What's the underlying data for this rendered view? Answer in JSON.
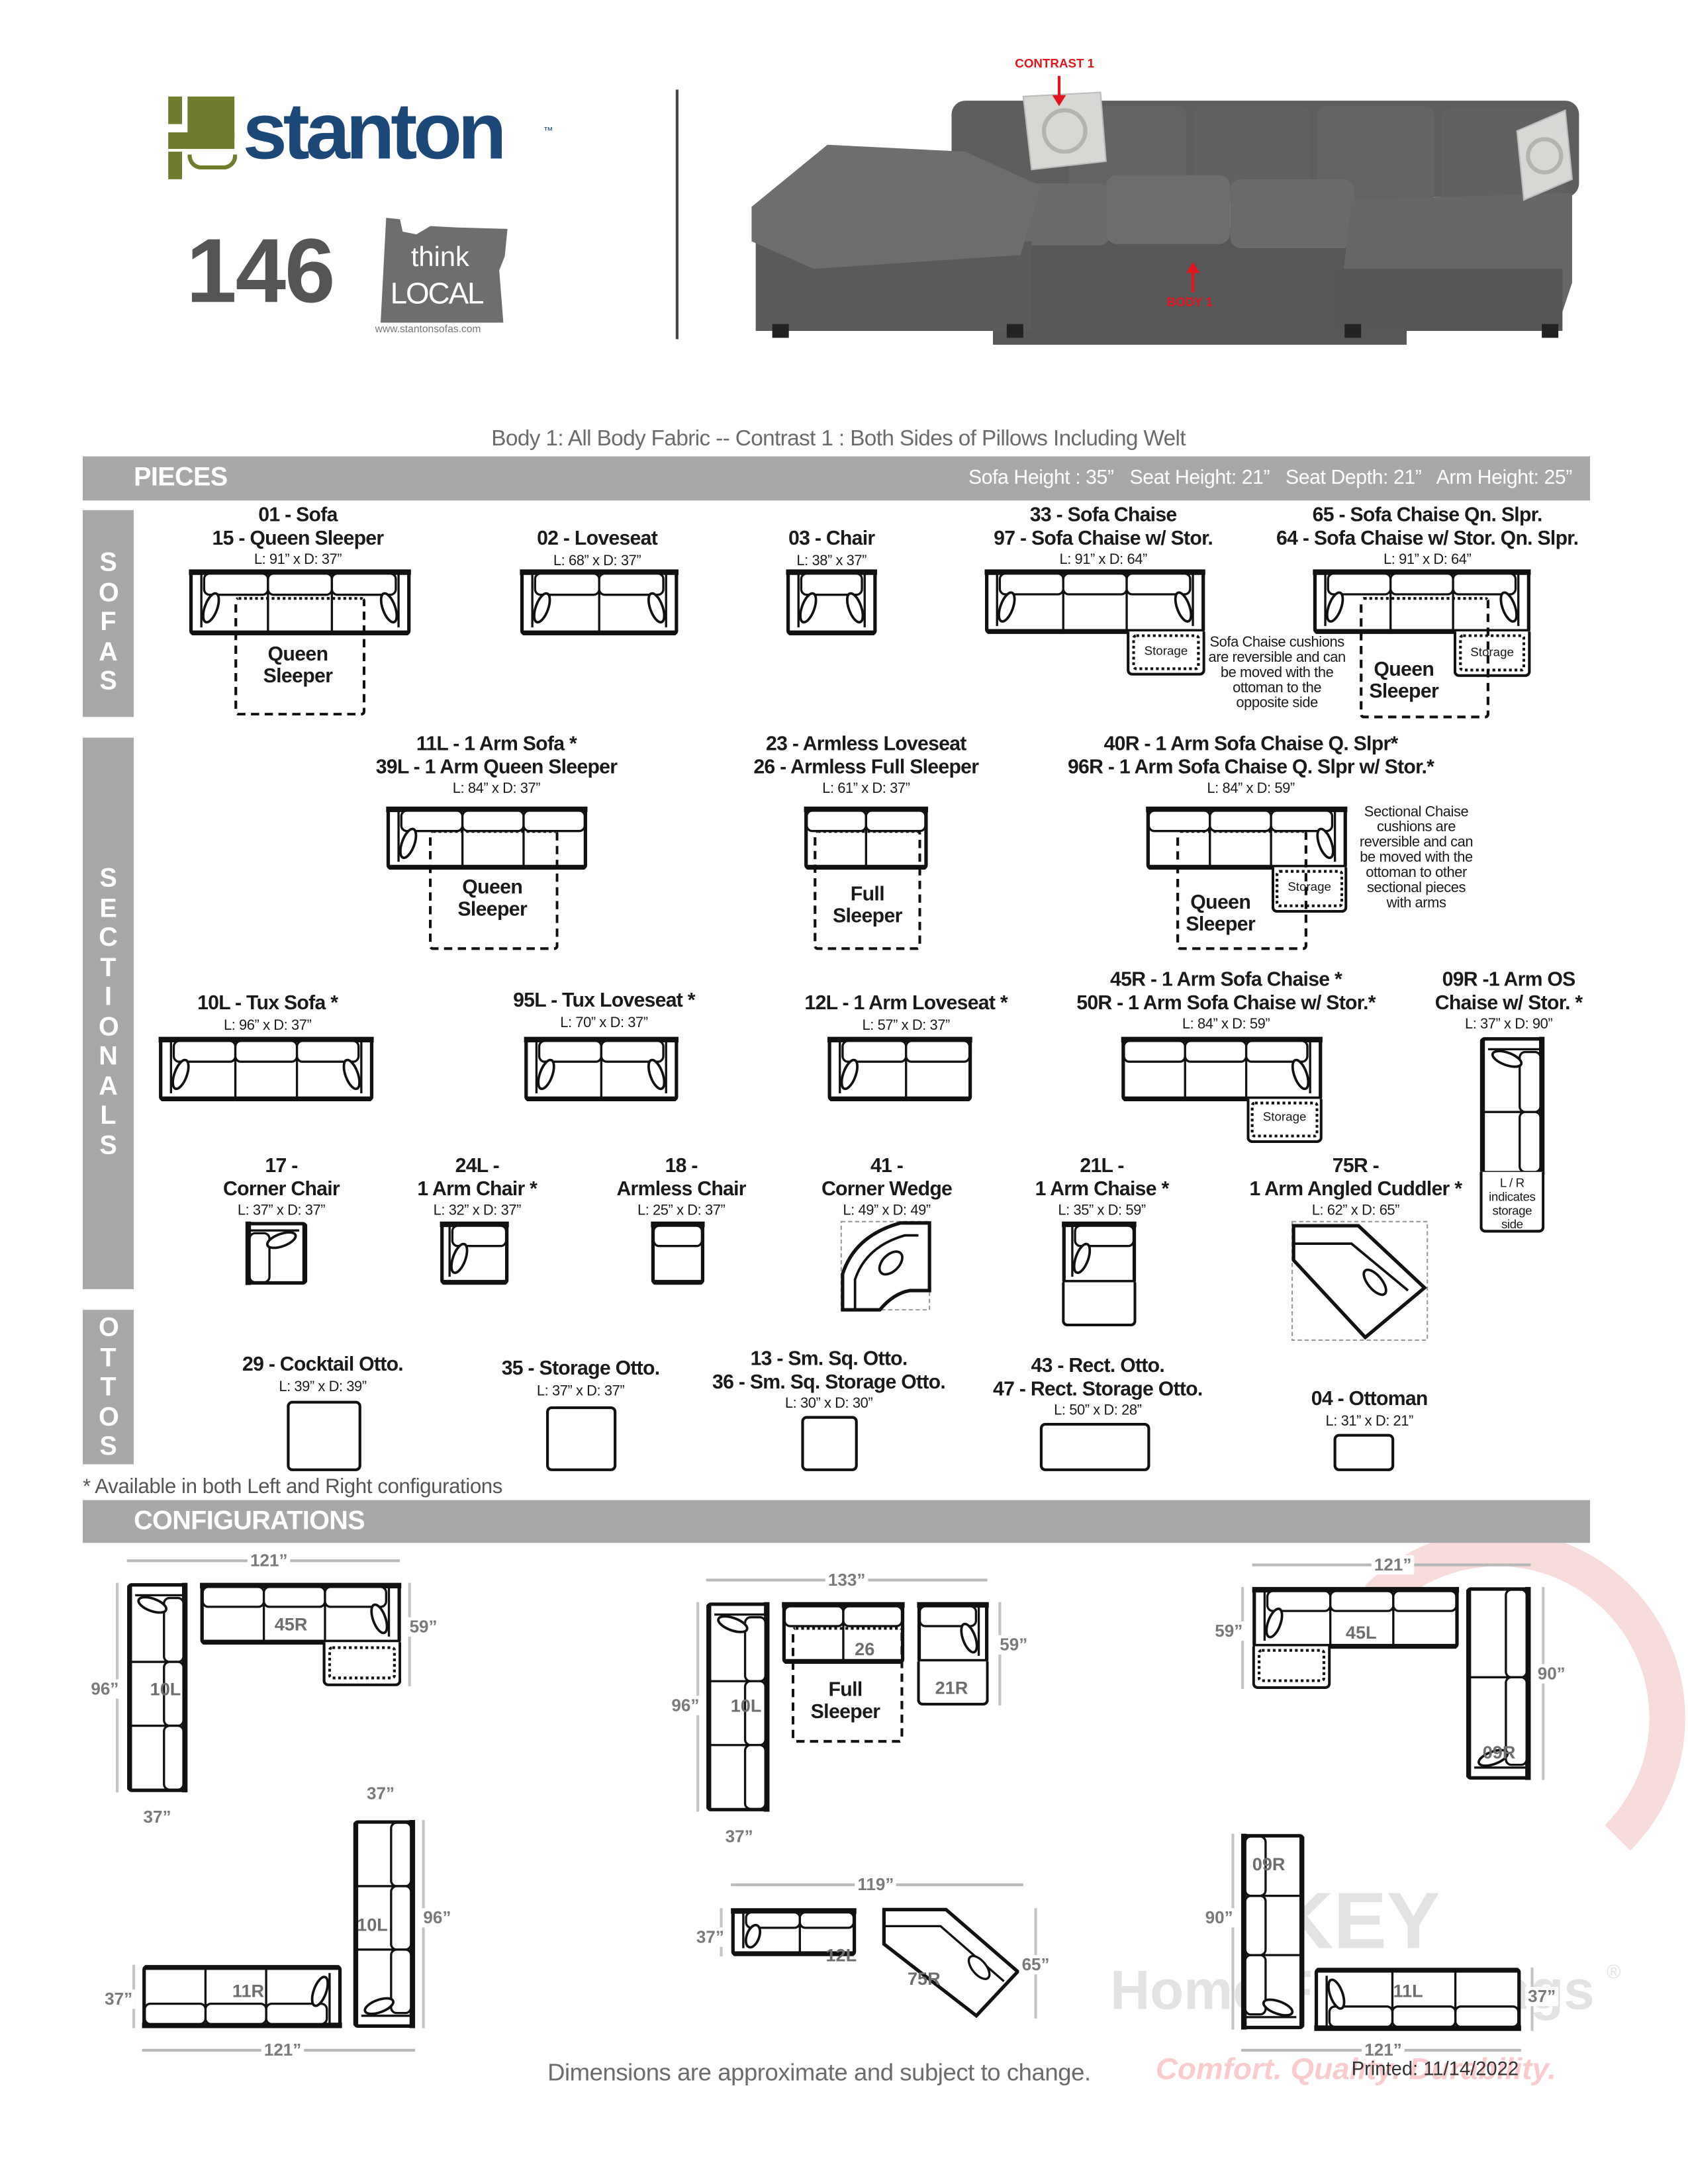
{
  "header": {
    "brand": "stanton",
    "trademark": "™",
    "model_number": "146",
    "think": "think",
    "local": "LOCAL",
    "website": "www.stantonsofas.com",
    "contrast_label": "CONTRAST 1",
    "body_label": "BODY 1",
    "accent_red": "#e3141b",
    "brand_blue": "#1c4877",
    "brand_green": "#6f7d2e"
  },
  "subtitle": "Body 1: All Body Fabric -- Contrast 1 : Both Sides of Pillows Including Welt",
  "pieces_band": {
    "title": "PIECES",
    "specs": "Sofa Height : 35”   Seat Height: 21”   Seat Depth: 21”   Arm Height: 25”"
  },
  "sofas": {
    "side_label": "SOFAS",
    "items": [
      {
        "lines": [
          "01 - Sofa",
          "15 - Queen Sleeper"
        ],
        "dims": "L: 91” x D: 37”",
        "sleeper": "Queen Sleeper"
      },
      {
        "lines": [
          "02 - Loveseat"
        ],
        "dims": "L: 68” x D: 37”"
      },
      {
        "lines": [
          "03 - Chair"
        ],
        "dims": "L: 38” x 37”"
      },
      {
        "lines": [
          "33 - Sofa Chaise",
          "97 - Sofa Chaise w/ Stor."
        ],
        "dims": "L: 91” x D: 64”",
        "storage": "Storage"
      },
      {
        "lines": [
          "65 - Sofa Chaise Qn. Slpr.",
          "64 - Sofa Chaise w/ Stor. Qn. Slpr."
        ],
        "dims": "L: 91” x D: 64”",
        "sleeper": "Queen Sleeper",
        "storage": "Storage"
      }
    ],
    "note": "Sofa Chaise cushions are reversible and can be moved with the ottoman to the opposite side"
  },
  "sectionals": {
    "side_label": "SECTIONALS",
    "items": [
      {
        "lines": [
          "11L - 1 Arm Sofa *",
          "39L - 1 Arm Queen Sleeper"
        ],
        "dims": "L: 84” x D: 37”",
        "sleeper": "Queen Sleeper"
      },
      {
        "lines": [
          "23 - Armless Loveseat",
          "26 - Armless Full Sleeper"
        ],
        "dims": "L: 61” x D: 37”",
        "sleeper": "Full Sleeper"
      },
      {
        "lines": [
          "40R - 1 Arm Sofa Chaise Q. Slpr*",
          "96R - 1 Arm Sofa Chaise Q. Slpr w/ Stor.*"
        ],
        "dims": "L: 84” x D: 59”",
        "sleeper": "Queen Sleeper",
        "storage": "Storage"
      },
      {
        "lines": [
          "10L - Tux Sofa *"
        ],
        "dims": "L: 96” x D: 37”"
      },
      {
        "lines": [
          "95L - Tux Loveseat *"
        ],
        "dims": "L: 70” x D: 37”"
      },
      {
        "lines": [
          "12L - 1 Arm Loveseat *"
        ],
        "dims": "L: 57” x D: 37”"
      },
      {
        "lines": [
          "45R - 1 Arm Sofa Chaise *",
          "50R - 1 Arm Sofa Chaise w/ Stor.*"
        ],
        "dims": "L: 84” x D: 59”",
        "storage": "Storage"
      },
      {
        "lines": [
          "09R -1 Arm OS",
          "Chaise w/ Stor. *"
        ],
        "dims": "L: 37” x D: 90”",
        "storage_note": "L / R indicates storage side"
      },
      {
        "lines": [
          "17 -",
          "Corner Chair"
        ],
        "dims": "L: 37” x D: 37”"
      },
      {
        "lines": [
          "24L -",
          "1 Arm Chair *"
        ],
        "dims": "L: 32” x D: 37”"
      },
      {
        "lines": [
          "18 -",
          "Armless Chair"
        ],
        "dims": "L: 25” x D: 37”"
      },
      {
        "lines": [
          "41 -",
          "Corner Wedge"
        ],
        "dims": "L: 49” x D: 49”"
      },
      {
        "lines": [
          "21L -",
          "1 Arm Chaise *"
        ],
        "dims": "L: 35” x D: 59”"
      },
      {
        "lines": [
          "75R -",
          "1 Arm Angled Cuddler *"
        ],
        "dims": "L: 62” x D: 65”"
      }
    ],
    "note": "Sectional Chaise cushions are reversible and can be moved with the ottoman to other sectional pieces with arms"
  },
  "ottos": {
    "side_label": "OTTOS",
    "items": [
      {
        "lines": [
          "29 - Cocktail Otto."
        ],
        "dims": "L: 39” x D: 39”"
      },
      {
        "lines": [
          "35 - Storage Otto."
        ],
        "dims": "L: 37” x D: 37”"
      },
      {
        "lines": [
          "13 - Sm. Sq. Otto.",
          "36 - Sm. Sq. Storage Otto."
        ],
        "dims": "L: 30” x D: 30”"
      },
      {
        "lines": [
          "43 - Rect. Otto.",
          "47 - Rect. Storage Otto."
        ],
        "dims": "L: 50” x D: 28”"
      },
      {
        "lines": [
          "04 - Ottoman"
        ],
        "dims": "L: 31” x D: 21”"
      }
    ]
  },
  "footnote": "* Available in both Left and Right configurations",
  "configurations": {
    "title": "CONFIGURATIONS",
    "items": [
      {
        "pieces": [
          "10L",
          "45R"
        ],
        "dims": [
          "121”",
          "59”",
          "96”",
          "37”"
        ]
      },
      {
        "pieces": [
          "10L",
          "26",
          "21R"
        ],
        "sleeper": "Full Sleeper",
        "dims": [
          "133”",
          "59”",
          "96”",
          "37”"
        ]
      },
      {
        "pieces": [
          "45L",
          "09R"
        ],
        "dims": [
          "121”",
          "59”",
          "90”"
        ]
      },
      {
        "pieces": [
          "10L",
          "11R"
        ],
        "dims": [
          "37”",
          "96”",
          "37”",
          "121”"
        ]
      },
      {
        "pieces": [
          "12L",
          "75R"
        ],
        "dims": [
          "119”",
          "37”",
          "65”"
        ]
      },
      {
        "pieces": [
          "09R",
          "11L"
        ],
        "dims": [
          "90”",
          "37”",
          "121”"
        ]
      }
    ]
  },
  "footer": {
    "disclaimer": "Dimensions are approximate and subject to change.",
    "printed": "Printed: 11/14/2022"
  },
  "watermark": {
    "line1": "KEY",
    "line2": "Home Furnishings",
    "registered": "®",
    "tagline": "Comfort. Quality. Durability."
  }
}
